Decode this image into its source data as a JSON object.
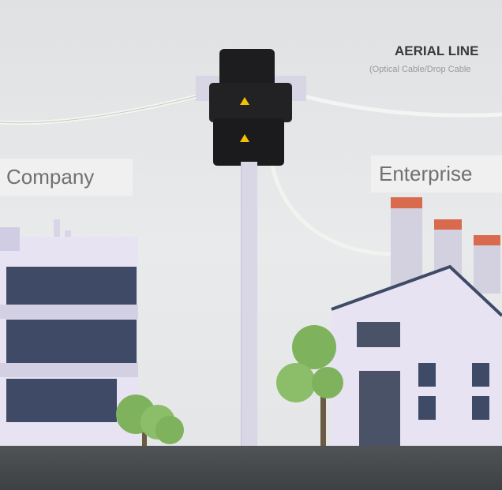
{
  "sign": {
    "title": "AERIAL LINE",
    "subtitle": "(Optical Cable/Drop Cable"
  },
  "labels": {
    "company": "Company",
    "enterprise": "Enterprise"
  },
  "colors": {
    "wall": "#e4e6e8",
    "building": "#e7e3f2",
    "window": "#3f4a66",
    "tree": "#7fb25d",
    "chimney_cap": "#d96a4e",
    "closure": "#1d1d1f",
    "ground": "#474a4c"
  }
}
